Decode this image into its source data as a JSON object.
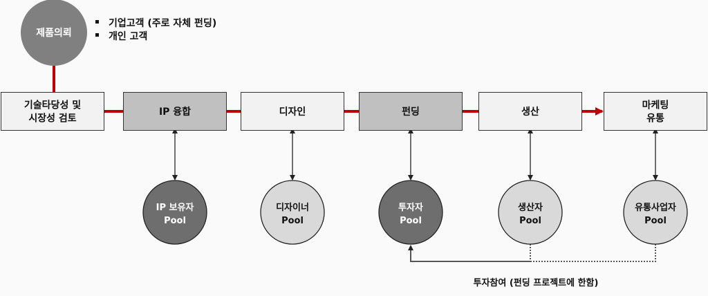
{
  "request": {
    "label": "제품의뢰",
    "bullets": [
      "기업고객 (주로 자체 펀딩)",
      "개인 고객"
    ]
  },
  "steps": [
    {
      "label": [
        "기술타당성 및",
        "시장성 검토"
      ],
      "highlight": false
    },
    {
      "label": [
        "IP 융합"
      ],
      "highlight": true
    },
    {
      "label": [
        "디자인"
      ],
      "highlight": false
    },
    {
      "label": [
        "펀딩"
      ],
      "highlight": true
    },
    {
      "label": [
        "생산"
      ],
      "highlight": false
    },
    {
      "label": [
        "마케팅",
        "유통"
      ],
      "highlight": false
    }
  ],
  "pools": [
    {
      "step": 1,
      "label": [
        "IP 보유자",
        "Pool"
      ],
      "dark": true
    },
    {
      "step": 2,
      "label": [
        "디자이너",
        "Pool"
      ],
      "dark": false
    },
    {
      "step": 3,
      "label": [
        "투자자",
        "Pool"
      ],
      "dark": true
    },
    {
      "step": 4,
      "label": [
        "생산자",
        "Pool"
      ],
      "dark": false
    },
    {
      "step": 5,
      "label": [
        "유통사업자",
        "Pool"
      ],
      "dark": false
    }
  ],
  "feedback_label": "투자참여 (펀딩 프로젝트에 한함)",
  "colors": {
    "accent": "#c00000",
    "box": "#f2f2f2",
    "box_highlight": "#c0c0c0",
    "pool_dark": "#6e6e6e",
    "pool_light": "#d9d9d9",
    "request": "#808080"
  }
}
